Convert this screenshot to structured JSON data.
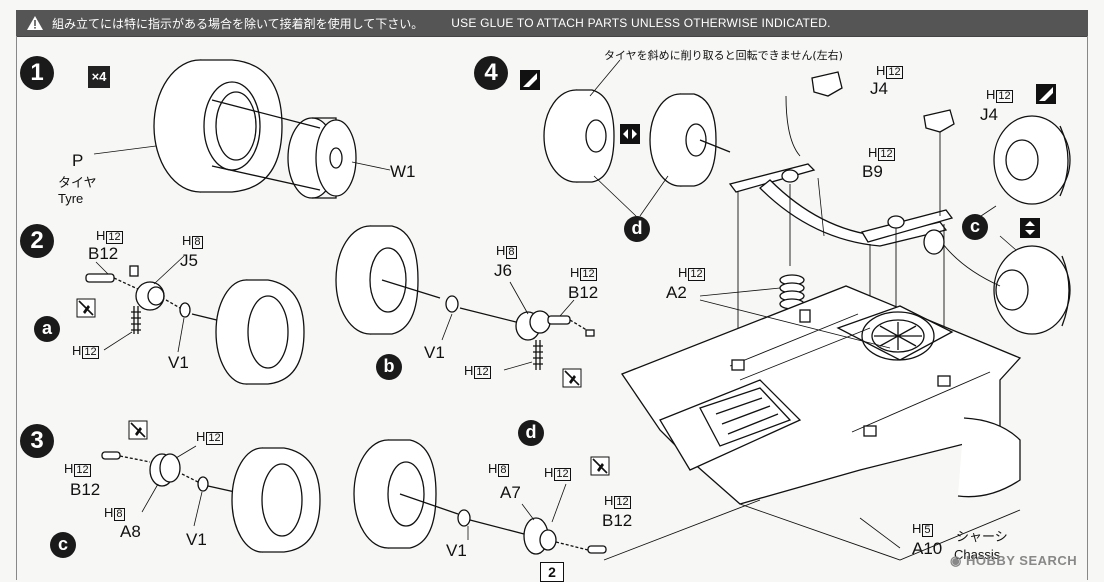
{
  "header": {
    "note_jp": "組み立てには特に指示がある場合を除いて接着剤を使用して下さい。",
    "note_en": "USE GLUE TO ATTACH PARTS UNLESS OTHERWISE INDICATED."
  },
  "steps": [
    "1",
    "2",
    "3",
    "4"
  ],
  "step1": {
    "multiplier": "×4",
    "part_tyre": "P",
    "tyre_jp": "タイヤ",
    "tyre_en": "Tyre",
    "part_wheel": "W1"
  },
  "step2": {
    "sub_a": "a",
    "sub_b": "b",
    "a_b12": "B12",
    "a_j5": "J5",
    "a_v1": "V1",
    "b_j6": "J6",
    "b_b12": "B12",
    "b_v1": "V1"
  },
  "step3": {
    "sub_c": "c",
    "sub_d": "d",
    "c_b12": "B12",
    "c_a8": "A8",
    "c_v1": "V1",
    "d_a7": "A7",
    "d_b12": "B12",
    "d_v1": "V1"
  },
  "step4": {
    "note_jp": "タイヤを斜めに削り取ると回転できません(左右)",
    "j4_left": "J4",
    "j4_right": "J4",
    "b9": "B9",
    "a2": "A2",
    "a10": "A10",
    "chassis_jp": "シャーシ",
    "chassis_en": "Chassis",
    "sub_d": "d",
    "sub_c": "c"
  },
  "runners": {
    "H": "H",
    "h12": "12",
    "h8": "8",
    "h5": "5"
  },
  "page_number": "2",
  "watermark": "HOBBY SEARCH",
  "colors": {
    "banner": "#555555",
    "ink": "#111111",
    "paper": "#f7f7f5"
  }
}
